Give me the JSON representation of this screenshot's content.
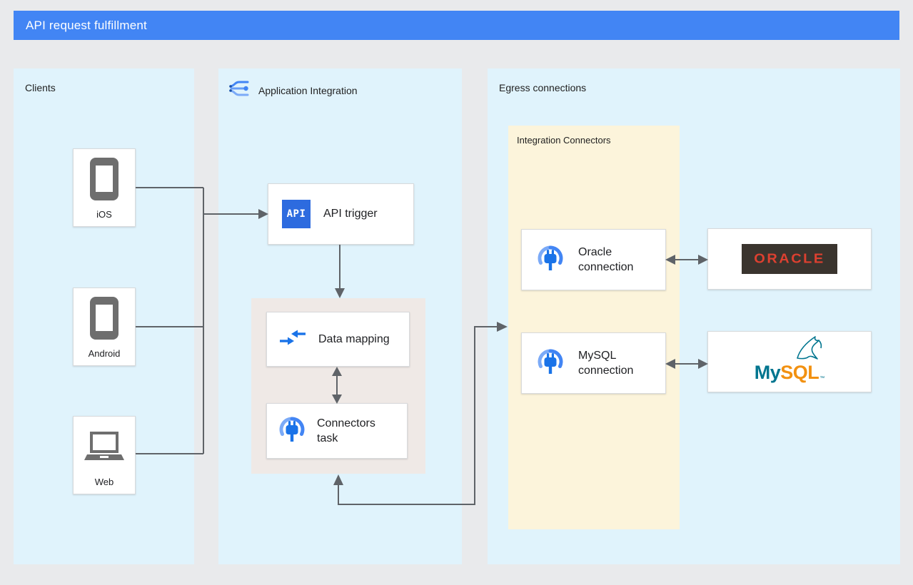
{
  "header": {
    "title": "API request fulfillment"
  },
  "clients": {
    "title": "Clients",
    "items": [
      {
        "label": "iOS",
        "icon": "phone-icon"
      },
      {
        "label": "Android",
        "icon": "phone-icon"
      },
      {
        "label": "Web",
        "icon": "laptop-icon"
      }
    ]
  },
  "integration": {
    "title": "Application Integration",
    "api_trigger": {
      "label": "API trigger",
      "icon": "api-icon",
      "icon_text": "API"
    },
    "data_mapping": {
      "label": "Data mapping",
      "icon": "data-mapping-icon"
    },
    "connectors_task": {
      "label": "Connectors task",
      "icon": "connectors-icon"
    }
  },
  "egress": {
    "title": "Egress connections",
    "group": {
      "title": "Integration Connectors",
      "oracle_connection": {
        "label": "Oracle connection",
        "icon": "connectors-icon"
      },
      "mysql_connection": {
        "label": "MySQL connection",
        "icon": "connectors-icon"
      }
    },
    "oracle_logo": {
      "text": "ORACLE"
    },
    "mysql_logo": {
      "prefix": "My",
      "suffix": "SQL",
      "tm": "™"
    }
  },
  "colors": {
    "header_bg": "#4285F4",
    "canvas_bg": "#E9EAEC",
    "panel_bg": "#E0F3FC",
    "group_bg": "#FCF4DB",
    "subgroup_bg": "#EFE9E6",
    "line": "#5F6368",
    "device_gray": "#6E6E6E",
    "api_blue": "#2D6BDF",
    "connector_blue": "#1A73E8",
    "connector_light_blue": "#7BAAF7",
    "oracle_red": "#DD4030",
    "oracle_bg": "#3A342E",
    "mysql_teal": "#00758F",
    "mysql_orange": "#F29111"
  }
}
